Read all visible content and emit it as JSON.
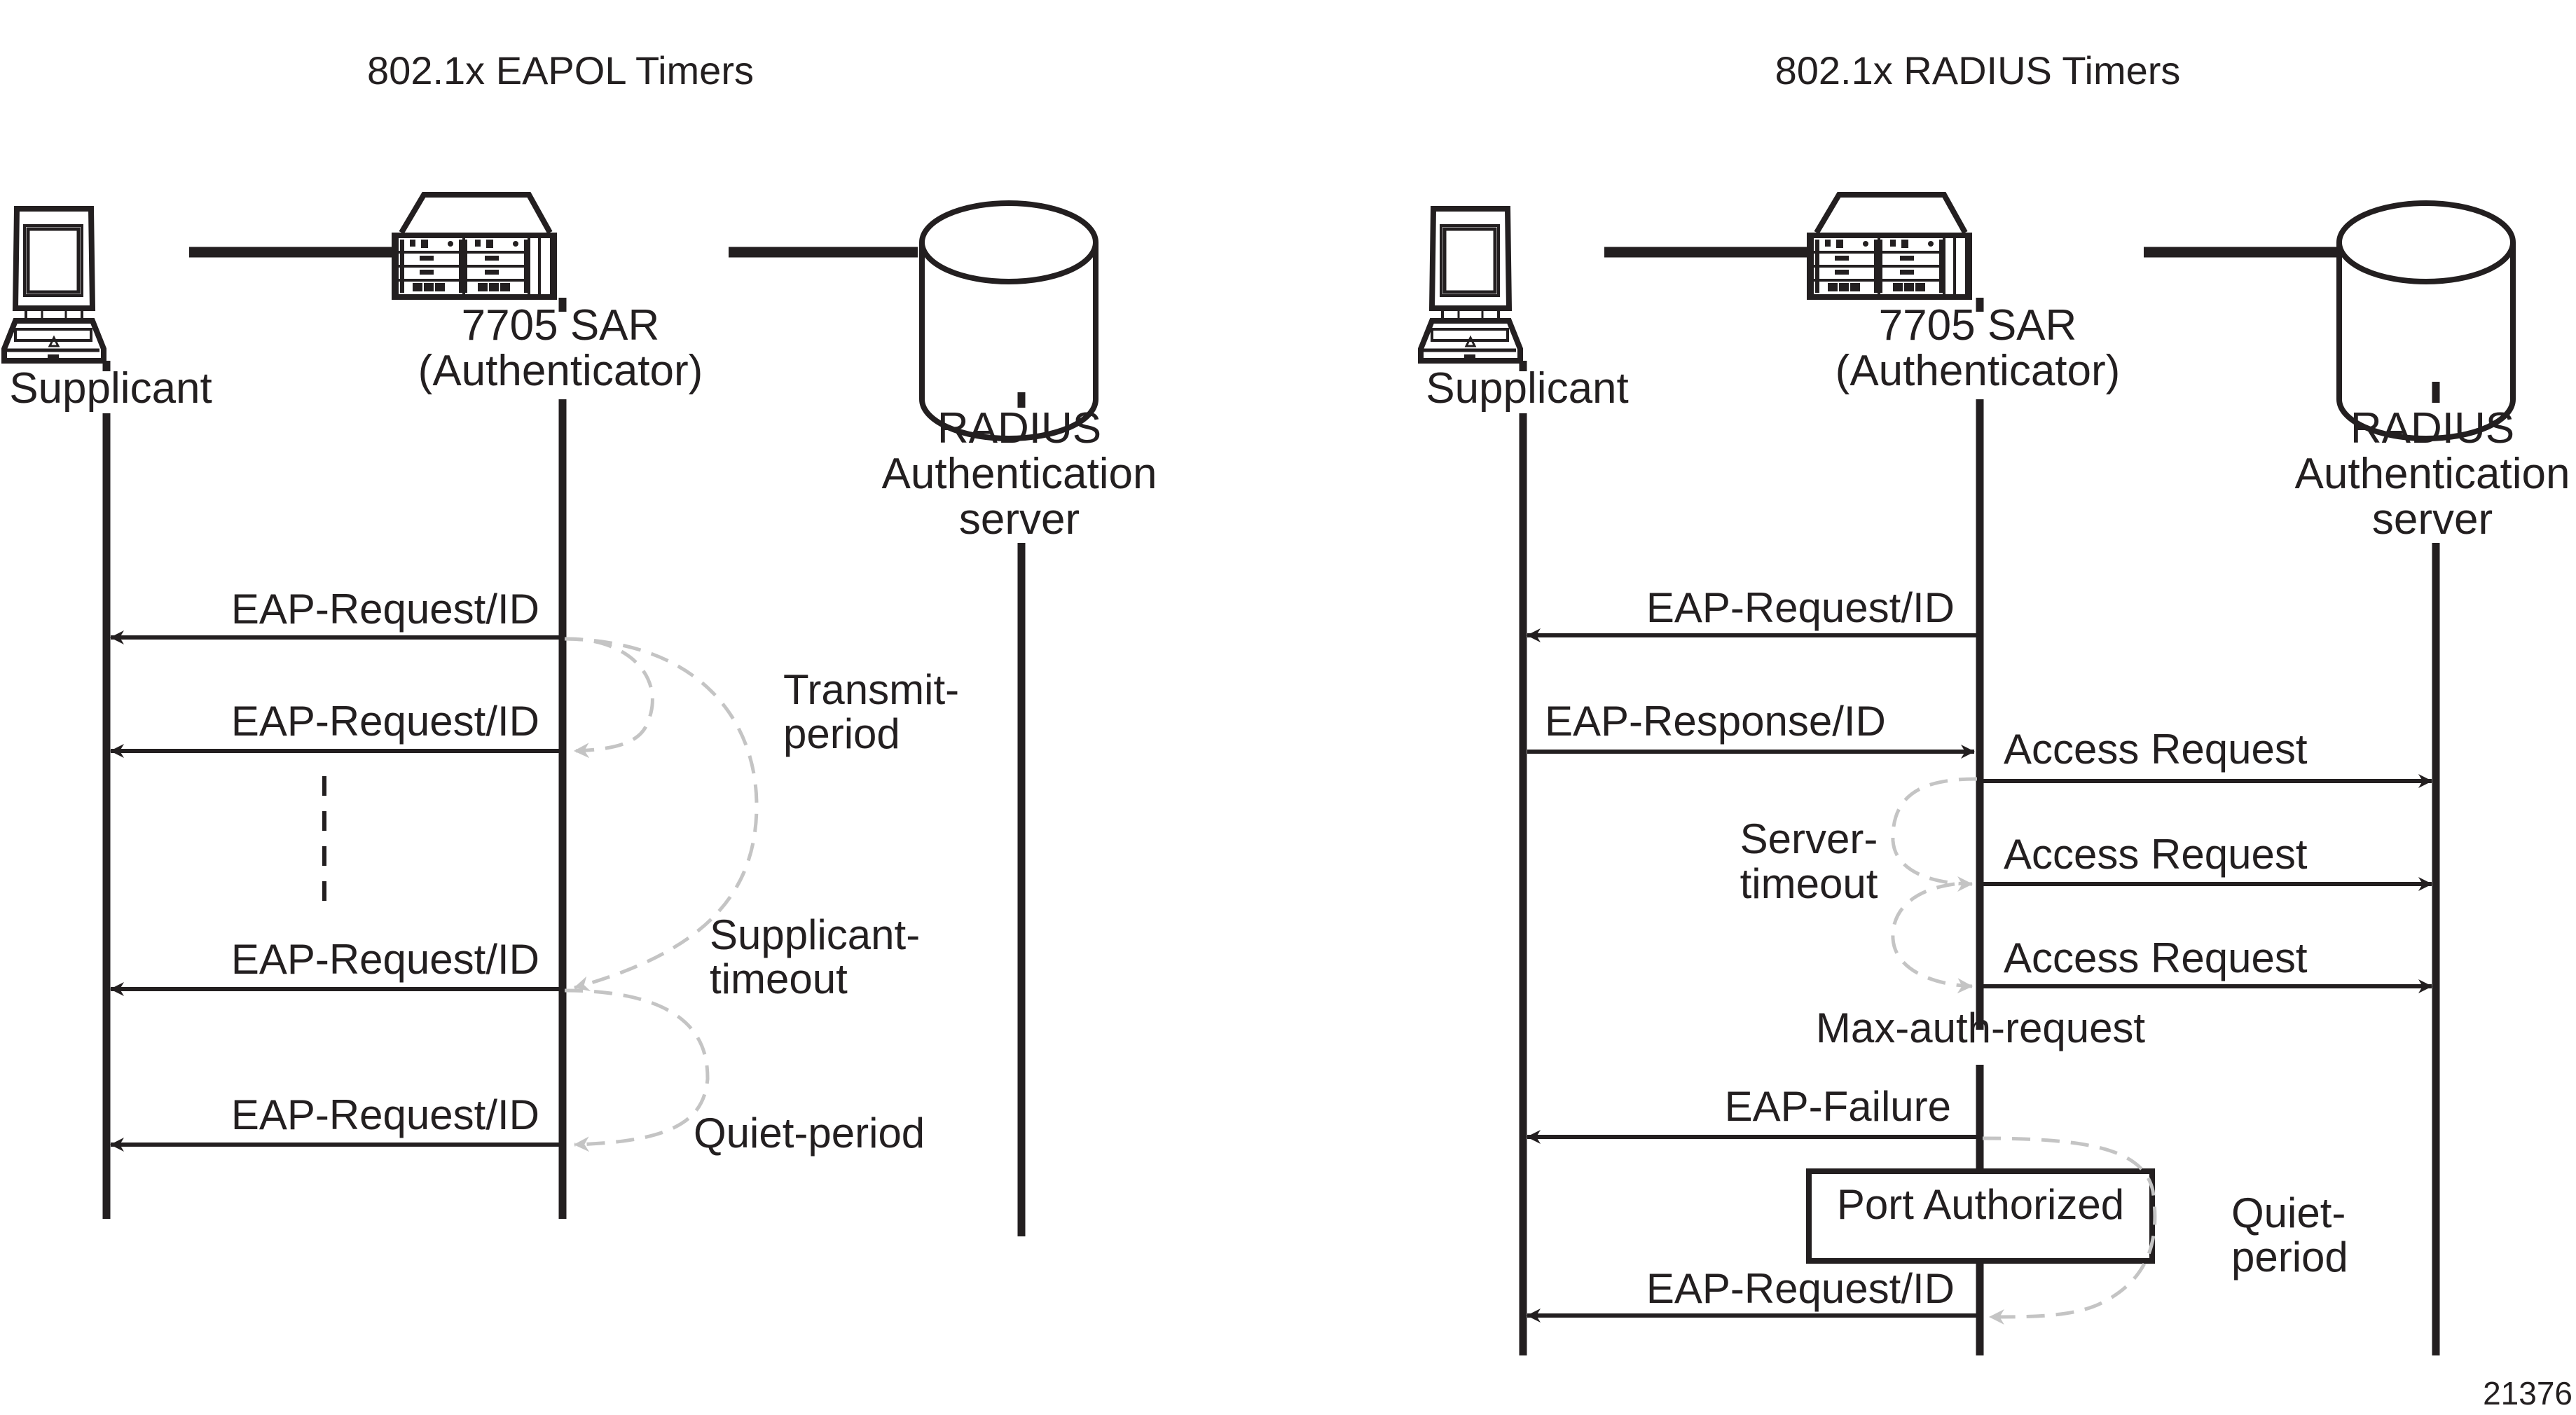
{
  "left_panel": {
    "title": "802.1x EAPOL Timers",
    "nodes": {
      "supplicant": "Supplicant",
      "authenticator_line1": "7705 SAR",
      "authenticator_line2": "(Authenticator)",
      "server_line1": "RADIUS",
      "server_line2": "Authentication",
      "server_line3": "server"
    },
    "messages": [
      {
        "label": "EAP-Request/ID",
        "from": "authenticator",
        "to": "supplicant"
      },
      {
        "label": "EAP-Request/ID",
        "from": "authenticator",
        "to": "supplicant"
      },
      {
        "label": "EAP-Request/ID",
        "from": "authenticator",
        "to": "supplicant"
      },
      {
        "label": "EAP-Request/ID",
        "from": "authenticator",
        "to": "supplicant"
      }
    ],
    "timers": {
      "transmit_line1": "Transmit-",
      "transmit_line2": "period",
      "supplicant_line1": "Supplicant-",
      "supplicant_line2": "timeout",
      "quiet": "Quiet-period"
    }
  },
  "right_panel": {
    "title": "802.1x RADIUS Timers",
    "nodes": {
      "supplicant": "Supplicant",
      "authenticator_line1": "7705 SAR",
      "authenticator_line2": "(Authenticator)",
      "server_line1": "RADIUS",
      "server_line2": "Authentication",
      "server_line3": "server"
    },
    "messages": [
      {
        "label": "EAP-Request/ID",
        "from": "authenticator",
        "to": "supplicant"
      },
      {
        "label": "EAP-Response/ID",
        "from": "supplicant",
        "to": "authenticator"
      },
      {
        "label": "Access Request",
        "from": "authenticator",
        "to": "server"
      },
      {
        "label": "Access Request",
        "from": "authenticator",
        "to": "server"
      },
      {
        "label": "Access Request",
        "from": "authenticator",
        "to": "server"
      },
      {
        "label": "EAP-Failure",
        "from": "authenticator",
        "to": "supplicant"
      },
      {
        "label": "EAP-Request/ID",
        "from": "authenticator",
        "to": "supplicant"
      }
    ],
    "timers": {
      "server_line1": "Server-",
      "server_line2": "timeout",
      "max_auth": "Max-auth-request",
      "quiet_line1": "Quiet-",
      "quiet_line2": "period"
    },
    "state_box": "Port Authorized"
  },
  "figure_id": "21376",
  "icons": {
    "supplicant": "laptop-icon",
    "authenticator": "router-chassis-icon",
    "server": "database-cylinder-icon"
  }
}
